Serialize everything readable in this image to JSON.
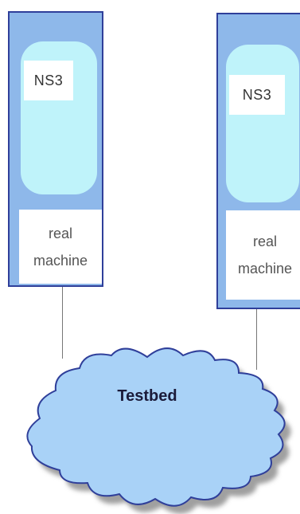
{
  "nodes": [
    {
      "simulator": "NS3",
      "machine_line1": "real",
      "machine_line2": "machine"
    },
    {
      "simulator": "NS3",
      "machine_line1": "real",
      "machine_line2": "machine"
    }
  ],
  "cloud": {
    "label": "Testbed"
  },
  "colors": {
    "node_fill": "#8eb8ea",
    "node_border": "#2f3f9a",
    "sim_fill": "#bff3fa",
    "cloud_fill": "#a9d2f7",
    "cloud_outline": "#2f3f9a",
    "cloud_shadow": "#808080"
  }
}
